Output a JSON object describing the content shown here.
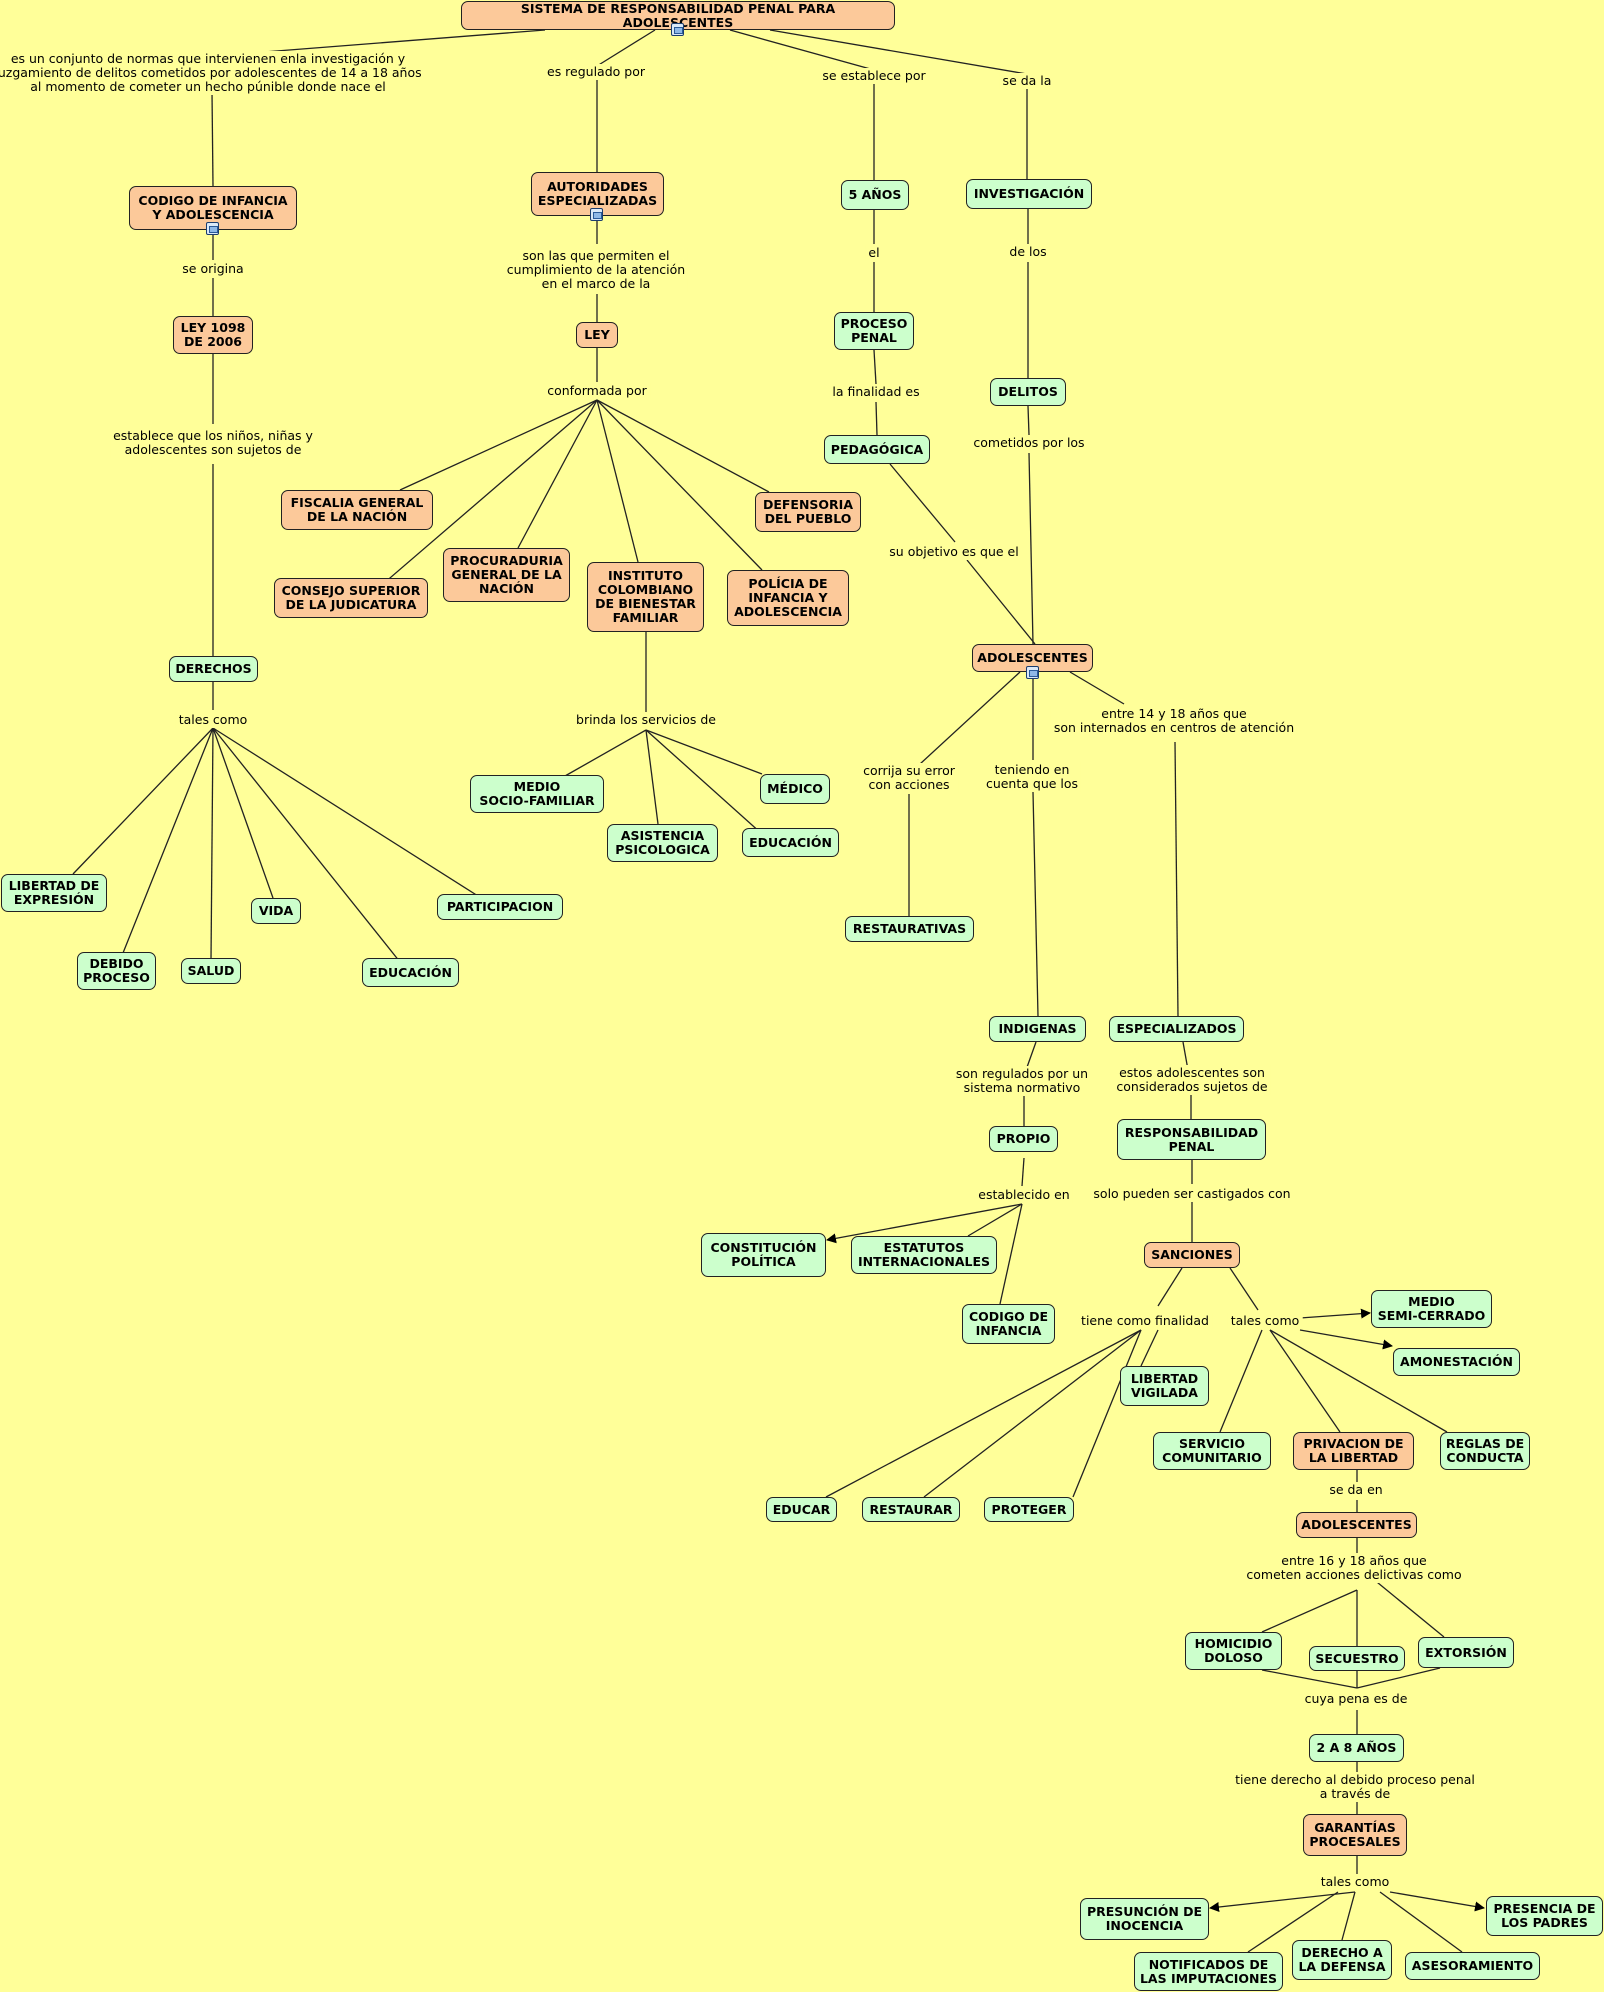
{
  "nodes": {
    "root": "SISTEMA DE RESPONSABILIDAD PENAL PARA ADOLESCENTES",
    "codigo": "CODIGO DE INFANCIA\nY ADOLESCENCIA",
    "autoridades": "AUTORIDADES\nESPECIALIZADAS",
    "cinco": "5 AÑOS",
    "investigacion": "INVESTIGACIÓN",
    "ley1098": "LEY 1098\nDE 2006",
    "ley": "LEY",
    "proceso": "PROCESO\nPENAL",
    "delitos": "DELITOS",
    "pedagogica": "PEDAGÓGICA",
    "fiscalia": "FISCALIA GENERAL\nDE LA NACIÓN",
    "defensoria": "DEFENSORIA\nDEL PUEBLO",
    "procuraduria": "PROCURADURIA\nGENERAL DE LA\nNACIÓN",
    "icbf": "INSTITUTO\nCOLOMBIANO\nDE BIENESTAR\nFAMILIAR",
    "policia": "POLÍCIA DE\nINFANCIA Y\nADOLESCENCIA",
    "consejo": "CONSEJO SUPERIOR\nDE LA JUDICATURA",
    "derechos": "DERECHOS",
    "adolescentes1": "ADOLESCENTES",
    "medio_sf": "MEDIO\nSOCIO-FAMILIAR",
    "medico": "MÉDICO",
    "asistencia": "ASISTENCIA\nPSICOLOGICA",
    "educacion_icbf": "EDUCACIÓN",
    "libertad_exp": "LIBERTAD DE\nEXPRESIÓN",
    "vida": "VIDA",
    "participacion": "PARTICIPACION",
    "debido": "DEBIDO\nPROCESO",
    "salud": "SALUD",
    "educacion_der": "EDUCACIÓN",
    "restaurativas": "RESTAURATIVAS",
    "indigenas": "INDIGENAS",
    "especializados": "ESPECIALIZADOS",
    "propio": "PROPIO",
    "resp_penal": "RESPONSABILIDAD\nPENAL",
    "constitucion": "CONSTITUCIÓN\nPOLÍTICA",
    "estatutos": "ESTATUTOS\nINTERNACIONALES",
    "codigo_inf": "CODIGO DE\nINFANCIA",
    "sanciones": "SANCIONES",
    "medio_sc": "MEDIO\nSEMI-CERRADO",
    "amonestacion": "AMONESTACIÓN",
    "libertad_vig": "LIBERTAD\nVIGILADA",
    "servicio": "SERVICIO\nCOMUNITARIO",
    "privacion": "PRIVACION DE\nLA LIBERTAD",
    "reglas": "REGLAS DE\nCONDUCTA",
    "educar": "EDUCAR",
    "restaurar": "RESTAURAR",
    "proteger": "PROTEGER",
    "adolescentes2": "ADOLESCENTES",
    "homicidio": "HOMICIDIO\nDOLOSO",
    "secuestro": "SECUESTRO",
    "extorsion": "EXTORSIÓN",
    "dos_ocho": "2 A 8 AÑOS",
    "garantias": "GARANTÍAS\nPROCESALES",
    "presuncion": "PRESUNCIÓN DE\nINOCENCIA",
    "presencia": "PRESENCIA DE\nLOS PADRES",
    "notificados": "NOTIFICADOS DE\nLAS IMPUTACIONES",
    "derecho_def": "DERECHO A\nLA DEFENSA",
    "asesoramiento": "ASESORAMIENTO"
  },
  "links": {
    "l_conjunto": "es un conjunto de normas que intervienen enla investigación y\njuzgamiento de delitos cometidos por adolescentes de 14 a 18 años\nal momento de cometer un hecho púnible donde nace el",
    "l_regulado": "es regulado por",
    "l_establece": "se establece por",
    "l_seda": "se da la",
    "l_origina": "se origina",
    "l_sonlas": "son las que permiten el\ncumplimiento de la atención\nen el marco de la",
    "l_el": "el",
    "l_delos": "de los",
    "l_conformada": "conformada por",
    "l_finalidad": "la finalidad es",
    "l_cometidos": "cometidos por los",
    "l_sujetos": "establece que los niños, niñas y\nadolescentes son sujetos de",
    "l_objetivo": "su objetivo es que el",
    "l_brinda": "brinda los servicios de",
    "l_talescomo1": "tales como",
    "l_entre14": "entre 14 y 18 años que\nson internados en centros de atención",
    "l_corrija": "corrija su error\ncon acciones",
    "l_teniendo": "teniendo en\ncuenta que los",
    "l_regulados": "son regulados por un\nsistema normativo",
    "l_considerados": "estos adolescentes son\nconsiderados sujetos de",
    "l_establecido": "establecido en",
    "l_castigados": "solo pueden ser castigados con",
    "l_tienefin": "tiene como finalidad",
    "l_talescomo2": "tales como",
    "l_sedaen": "se da en",
    "l_entre16": "entre 16 y 18 años que\ncometen acciones delictivas como",
    "l_cuyapena": "cuya pena es de",
    "l_tienederecho": "tiene derecho al debido proceso penal a través de",
    "l_talescomo3": "tales como"
  },
  "colors": {
    "background": "#ffff99",
    "orange_node": "#fcc99a",
    "green_node": "#ccffcc",
    "line": "#222222"
  },
  "icons": [
    "image-icon"
  ]
}
